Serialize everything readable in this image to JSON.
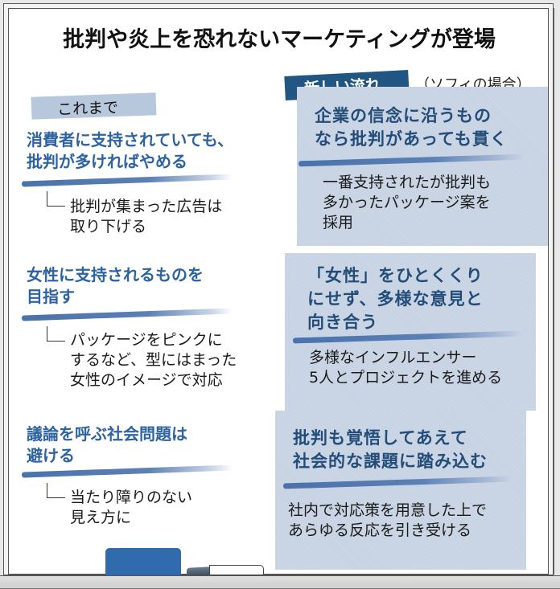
{
  "title": "批判や炎上を恐れないマーケティングが登場",
  "labels": {
    "old": "これまで",
    "new": "新しい流れ",
    "new_note": "（ソフィの場合）"
  },
  "old_items": [
    {
      "heading": [
        "消費者に支持されていても、",
        "批判が多ければやめる"
      ],
      "detail": [
        "批判が集まった広告は",
        "取り下げる"
      ]
    },
    {
      "heading": [
        "女性に支持されるものを",
        "目指す"
      ],
      "detail": [
        "パッケージをピンクに",
        "するなど、型にはまった",
        "女性のイメージで対応"
      ]
    },
    {
      "heading": [
        "議論を呼ぶ社会問題は",
        "避ける"
      ],
      "detail": [
        "当たり障りのない",
        "見え方に"
      ]
    }
  ],
  "new_items": [
    {
      "heading": [
        "企業の信念に沿うもの",
        "なら批判があっても貫く"
      ],
      "detail": [
        "一番支持されたが批判も",
        "多かったパッケージ案を",
        "採用"
      ]
    },
    {
      "heading": [
        "「女性」をひとくくり",
        "にせず、多様な意見と",
        "向き合う"
      ],
      "detail": [
        "多様なインフルエンサー",
        "5人とプロジェクトを進める"
      ]
    },
    {
      "heading": [
        "批判も覚悟してあえて",
        "社会的な課題に踏み込む"
      ],
      "detail": [
        "社内で対応策を用意した上で",
        "あらゆる反応を引き受ける"
      ]
    }
  ],
  "colors": {
    "heading_old": "#2c63a0",
    "heading_new": "#234d78",
    "card_bg": "#c7d3e3",
    "tag_new_bg": "#215582",
    "tag_old_bg": "#b7c8dc",
    "eraser": "#2f6bad"
  }
}
